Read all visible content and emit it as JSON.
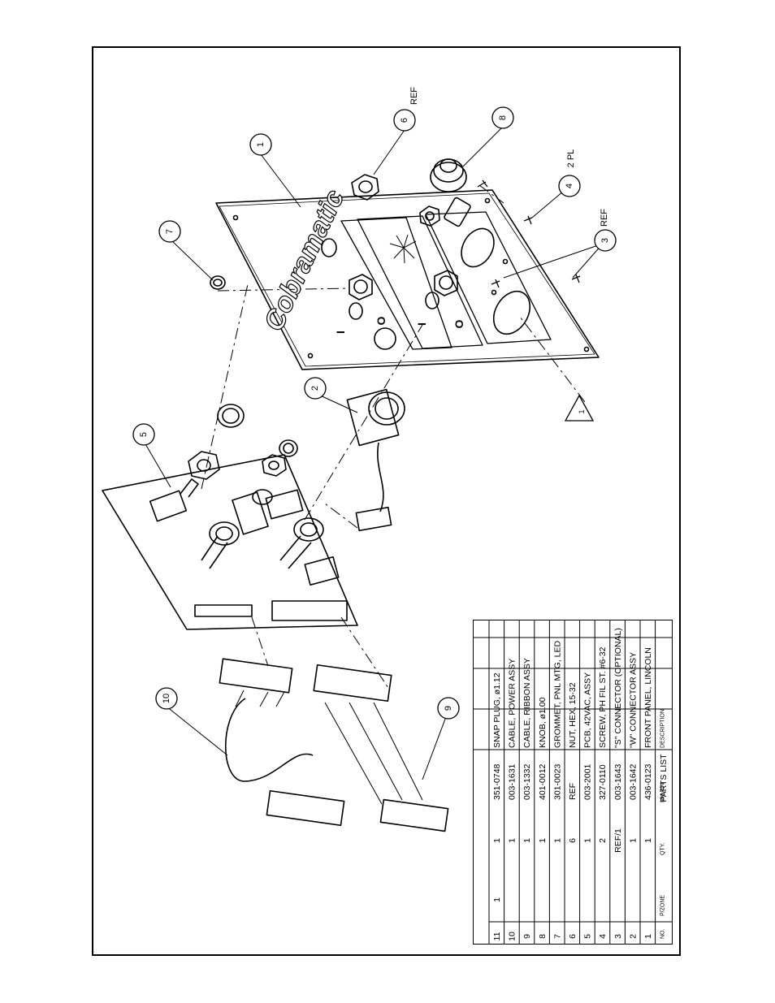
{
  "brand_text": "Cobramatic",
  "callouts": [
    {
      "num": "1"
    },
    {
      "num": "2"
    },
    {
      "num": "3",
      "note": "REF"
    },
    {
      "num": "4",
      "note": "2 PL"
    },
    {
      "num": "5"
    },
    {
      "num": "6",
      "note": "REF"
    },
    {
      "num": "7"
    },
    {
      "num": "8"
    },
    {
      "num": "9"
    },
    {
      "num": "10"
    },
    {
      "num": "1",
      "kind": "triangle"
    }
  ],
  "panel": {
    "switch_on": "I",
    "switch_off": "O"
  },
  "parts_list": {
    "title": "PARTS LIST",
    "headers": {
      "no": "NO.",
      "pzone": "P/ZONE",
      "qty": "QTY.",
      "mk": "MK P/N",
      "desc": "DESCRIPTION"
    },
    "rows": [
      {
        "no": "11",
        "pzone": "1",
        "qty": "1",
        "mk": "351-0748",
        "desc": "SNAP PLUG, ø1.12"
      },
      {
        "no": "10",
        "pzone": "",
        "qty": "1",
        "mk": "003-1631",
        "desc": "CABLE, POWER ASSY"
      },
      {
        "no": "9",
        "pzone": "",
        "qty": "1",
        "mk": "003-1332",
        "desc": "CABLE, RIBBON ASSY"
      },
      {
        "no": "8",
        "pzone": "",
        "qty": "1",
        "mk": "401-0012",
        "desc": "KNOB, ø1.00"
      },
      {
        "no": "7",
        "pzone": "",
        "qty": "1",
        "mk": "301-0023",
        "desc": "GROMMET, PNL MTG, LED"
      },
      {
        "no": "6",
        "pzone": "",
        "qty": "6",
        "mk": "REF",
        "desc": "NUT, HEX, 15-32"
      },
      {
        "no": "5",
        "pzone": "",
        "qty": "1",
        "mk": "003-2001",
        "desc": "PCB, 42VAC, ASSY"
      },
      {
        "no": "4",
        "pzone": "",
        "qty": "2",
        "mk": "327-0110",
        "desc": "SCREW, PH FIL ST. #6-32"
      },
      {
        "no": "3",
        "pzone": "",
        "qty": "REF/1",
        "mk": "003-1643",
        "desc": "\"S\" CONNECTOR (OPTIONAL)"
      },
      {
        "no": "2",
        "pzone": "",
        "qty": "1",
        "mk": "003-1642",
        "desc": "\"W\" CONNECTOR ASSY"
      },
      {
        "no": "1",
        "pzone": "",
        "qty": "1",
        "mk": "436-0123",
        "desc": "FRONT PANEL, LINCOLN"
      }
    ]
  }
}
